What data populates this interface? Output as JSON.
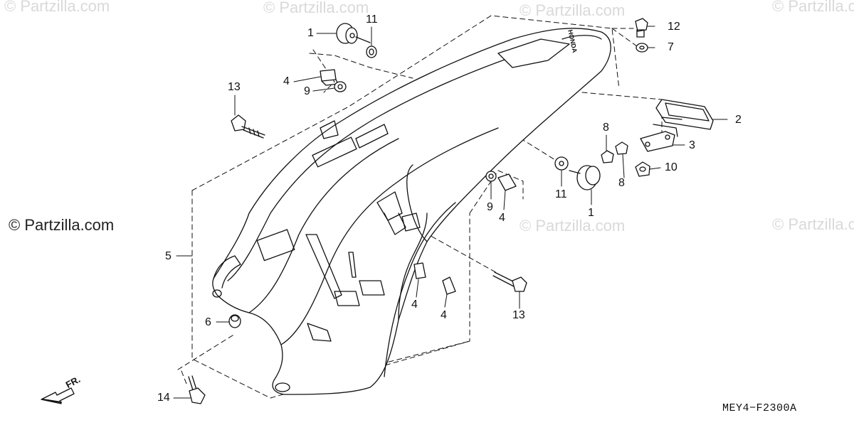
{
  "watermarks": {
    "text": "© Partzilla.com",
    "primary": "© Partzilla.com"
  },
  "front_arrow": {
    "label": "FR."
  },
  "diagram_code": "MEY4−F2300A",
  "part_brand": "HONDA",
  "callouts": {
    "c1a": "1",
    "c11a": "11",
    "c12": "12",
    "c7": "7",
    "c4a": "4",
    "c9a": "9",
    "c13a": "13",
    "c2": "2",
    "c3": "3",
    "c8a": "8",
    "c8b": "8",
    "c10": "10",
    "c11b": "11",
    "c1b": "1",
    "c9b": "9",
    "c4b": "4",
    "c5": "5",
    "c4c": "4",
    "c4d": "4",
    "c13b": "13",
    "c6": "6",
    "c14": "14"
  },
  "colors": {
    "line": "#111111",
    "watermark": "#d9d9d9",
    "shade": "#cfcfcf"
  }
}
